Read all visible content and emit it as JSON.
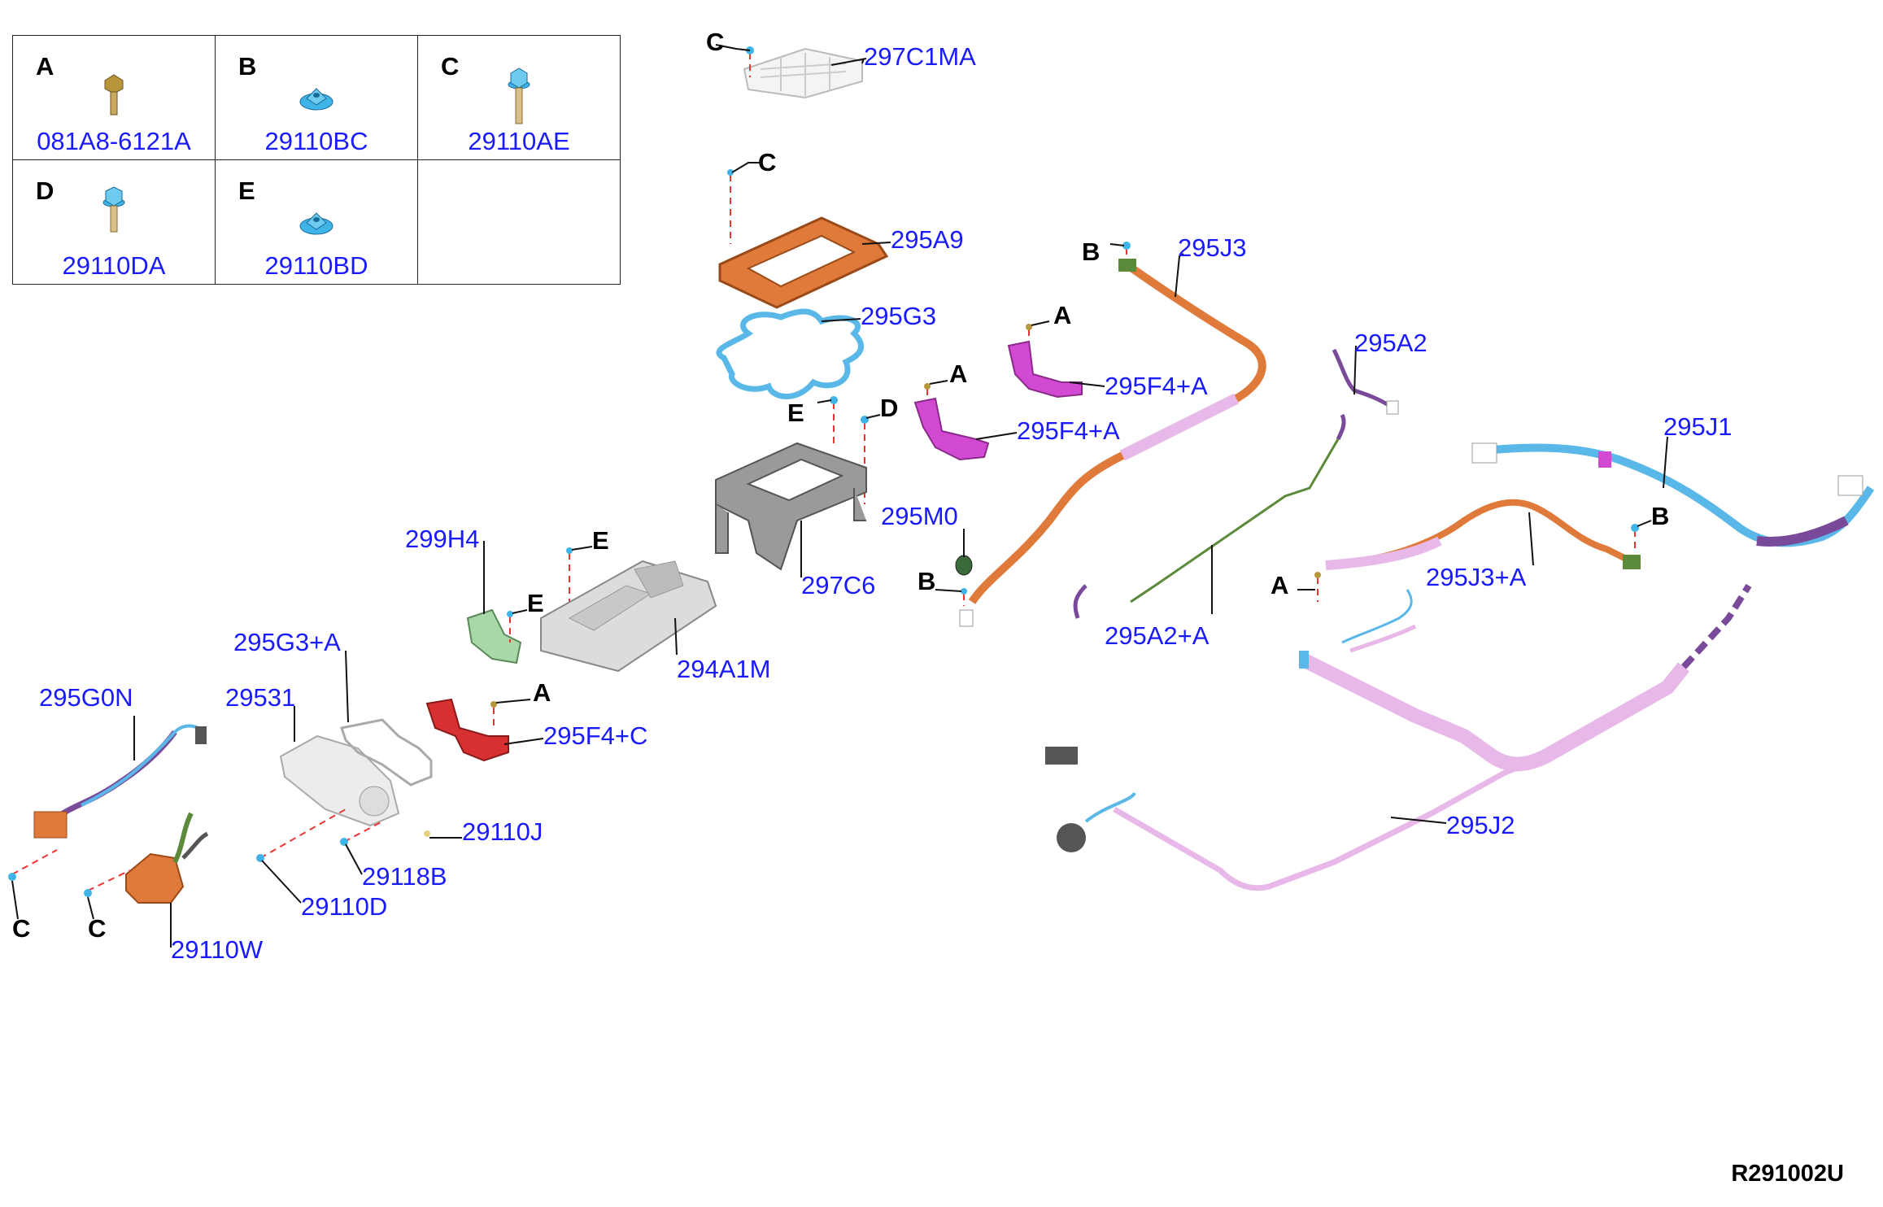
{
  "legend": [
    {
      "letter": "A",
      "part": "081A8-6121A",
      "color": "#b8963c"
    },
    {
      "letter": "B",
      "part": "29110BC",
      "color": "#3fb4e8"
    },
    {
      "letter": "C",
      "part": "29110AE",
      "color": "#3fb4e8"
    },
    {
      "letter": "D",
      "part": "29110DA",
      "color": "#3fb4e8"
    },
    {
      "letter": "E",
      "part": "29110BD",
      "color": "#3fb4e8"
    },
    {
      "letter": "",
      "part": "",
      "color": ""
    }
  ],
  "labels": {
    "p297C1MA": "297C1MA",
    "p295A9": "295A9",
    "p295G3": "295G3",
    "p295J3": "295J3",
    "p295F4A_1": "295F4+A",
    "p295F4A_2": "295F4+A",
    "p295A2": "295A2",
    "p295J1": "295J1",
    "p295M0": "295M0",
    "p297C6": "297C6",
    "p299H4": "299H4",
    "p294A1M": "294A1M",
    "p295J3A": "295J3+A",
    "p295A2A": "295A2+A",
    "p295G3A": "295G3+A",
    "p29531": "29531",
    "p295G0N": "295G0N",
    "p295F4C": "295F4+C",
    "p29110J": "29110J",
    "p29118B": "29118B",
    "p29110D": "29110D",
    "p29110W": "29110W",
    "p295J2": "295J2"
  },
  "fasteners": {
    "c1": "C",
    "c2": "C",
    "a1": "A",
    "a2": "A",
    "a3": "A",
    "a4": "A",
    "d1": "D",
    "e1": "E",
    "e2": "E",
    "e3": "E",
    "b1": "B",
    "b2": "B",
    "b3": "B",
    "c3": "C",
    "c4": "C"
  },
  "reference": "R291002U",
  "colors": {
    "label": "#1a1aff",
    "harness_orange": "#e07a3a",
    "harness_pink": "#e8b8e8",
    "harness_blue": "#5ab8e8",
    "harness_purple": "#7a4a9a",
    "bracket_magenta": "#d24ad2",
    "bracket_red": "#d83030",
    "frame_gray": "#9a9a9a",
    "fastener_blue": "#3fb4e8"
  }
}
